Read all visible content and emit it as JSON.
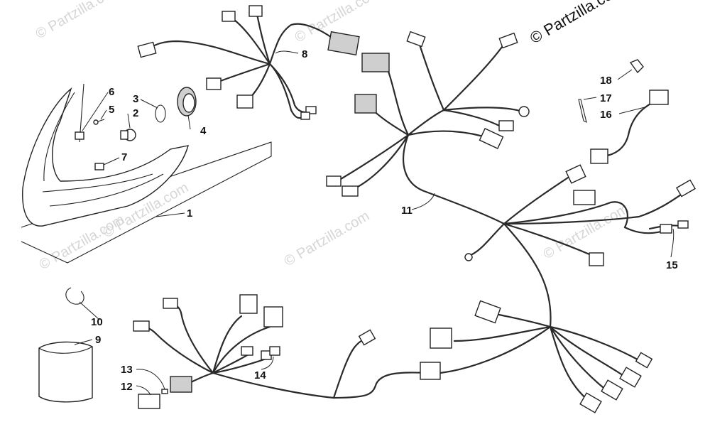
{
  "copyright": "© Partzilla.com",
  "watermark": "© Partzilla.com",
  "callouts": [
    {
      "id": "1",
      "label": "1"
    },
    {
      "id": "2",
      "label": "2"
    },
    {
      "id": "3",
      "label": "3"
    },
    {
      "id": "4",
      "label": "4"
    },
    {
      "id": "5",
      "label": "5"
    },
    {
      "id": "6",
      "label": "6"
    },
    {
      "id": "7",
      "label": "7"
    },
    {
      "id": "8",
      "label": "8"
    },
    {
      "id": "9",
      "label": "9"
    },
    {
      "id": "10",
      "label": "10"
    },
    {
      "id": "11",
      "label": "11"
    },
    {
      "id": "12",
      "label": "12"
    },
    {
      "id": "13",
      "label": "13"
    },
    {
      "id": "14",
      "label": "14"
    },
    {
      "id": "15",
      "label": "15"
    },
    {
      "id": "16",
      "label": "16"
    },
    {
      "id": "17",
      "label": "17"
    },
    {
      "id": "18",
      "label": "18"
    }
  ]
}
